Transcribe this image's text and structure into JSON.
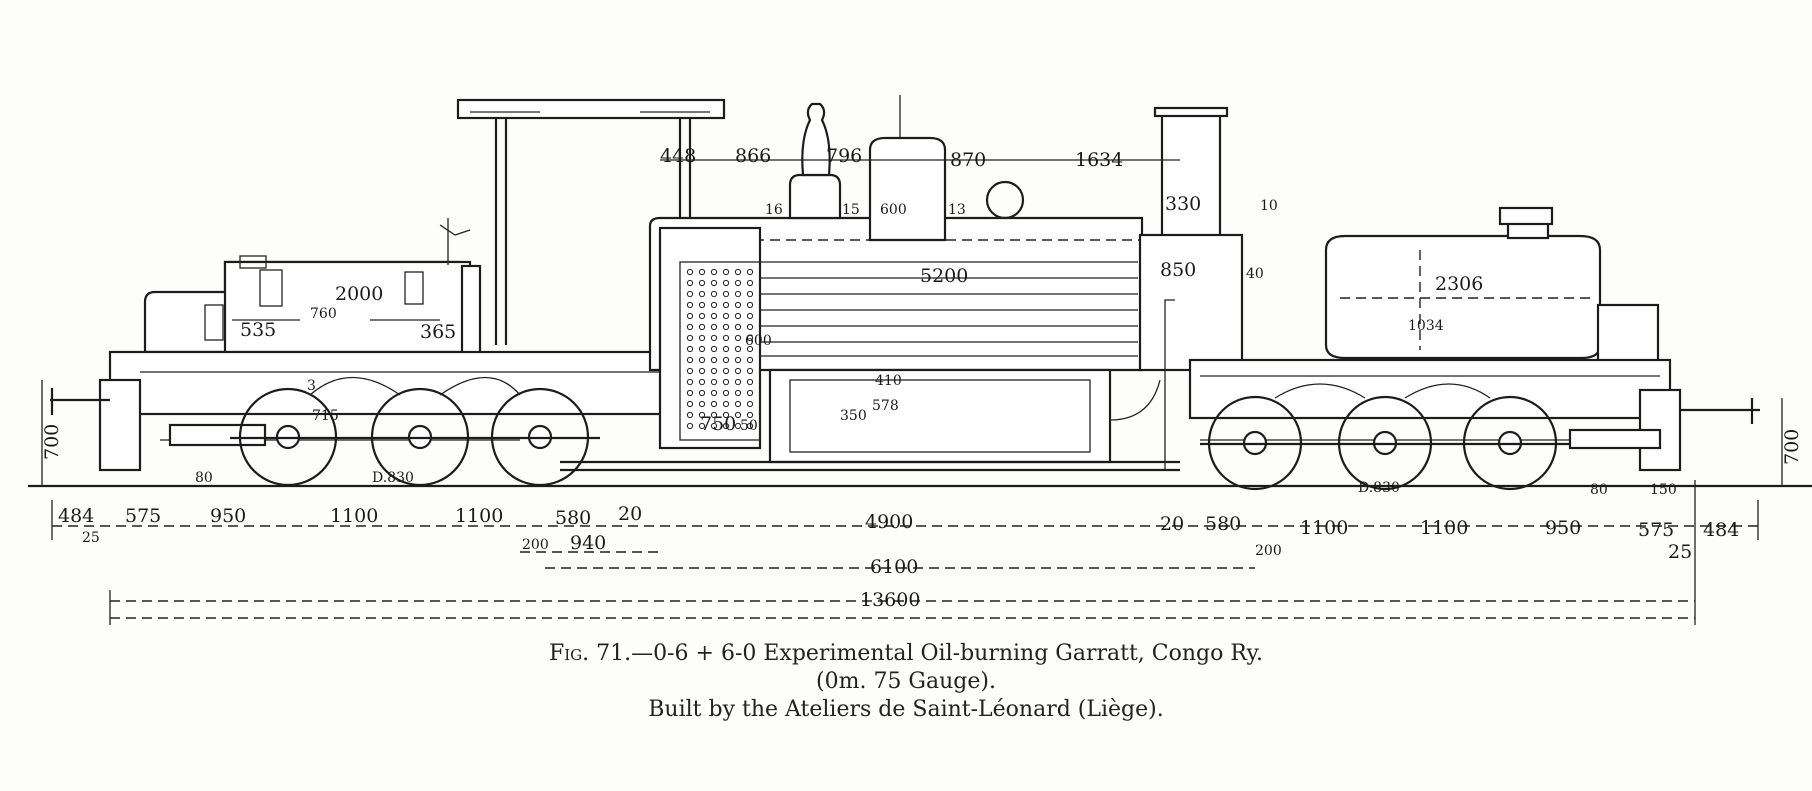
{
  "caption": {
    "fig_label": "Fig.",
    "line1": "71.—0-6 + 6-0 Experimental Oil-burning Garratt, Congo Ry.",
    "line2": "(0m. 75 Gauge).",
    "line3": "Built by the Ateliers de Saint-Léonard (Liège)."
  },
  "dimensions": {
    "top": [
      "448",
      "866",
      "796",
      "870",
      "1634"
    ],
    "boiler": [
      "5200",
      "850",
      "330",
      "10",
      "40",
      "600",
      "15",
      "13",
      "16"
    ],
    "firebox": [
      "750",
      "600",
      "350",
      "578",
      "410",
      "50"
    ],
    "front_tank": [
      "2000",
      "760",
      "535",
      "365",
      "715",
      "3"
    ],
    "rear_tank": [
      "2306",
      "1034"
    ],
    "heights": [
      "700",
      "700"
    ],
    "wheels": [
      "D.830",
      "D.830",
      "80",
      "80",
      "150"
    ],
    "bottom_row": [
      "484",
      "575",
      "950",
      "1100",
      "1100",
      "580",
      "20",
      "4900",
      "20",
      "580",
      "1100",
      "1100",
      "950",
      "575",
      "484"
    ],
    "bottom_small": [
      "25",
      "25",
      "200",
      "940",
      "200"
    ],
    "overall": [
      "6100",
      "13600"
    ]
  }
}
